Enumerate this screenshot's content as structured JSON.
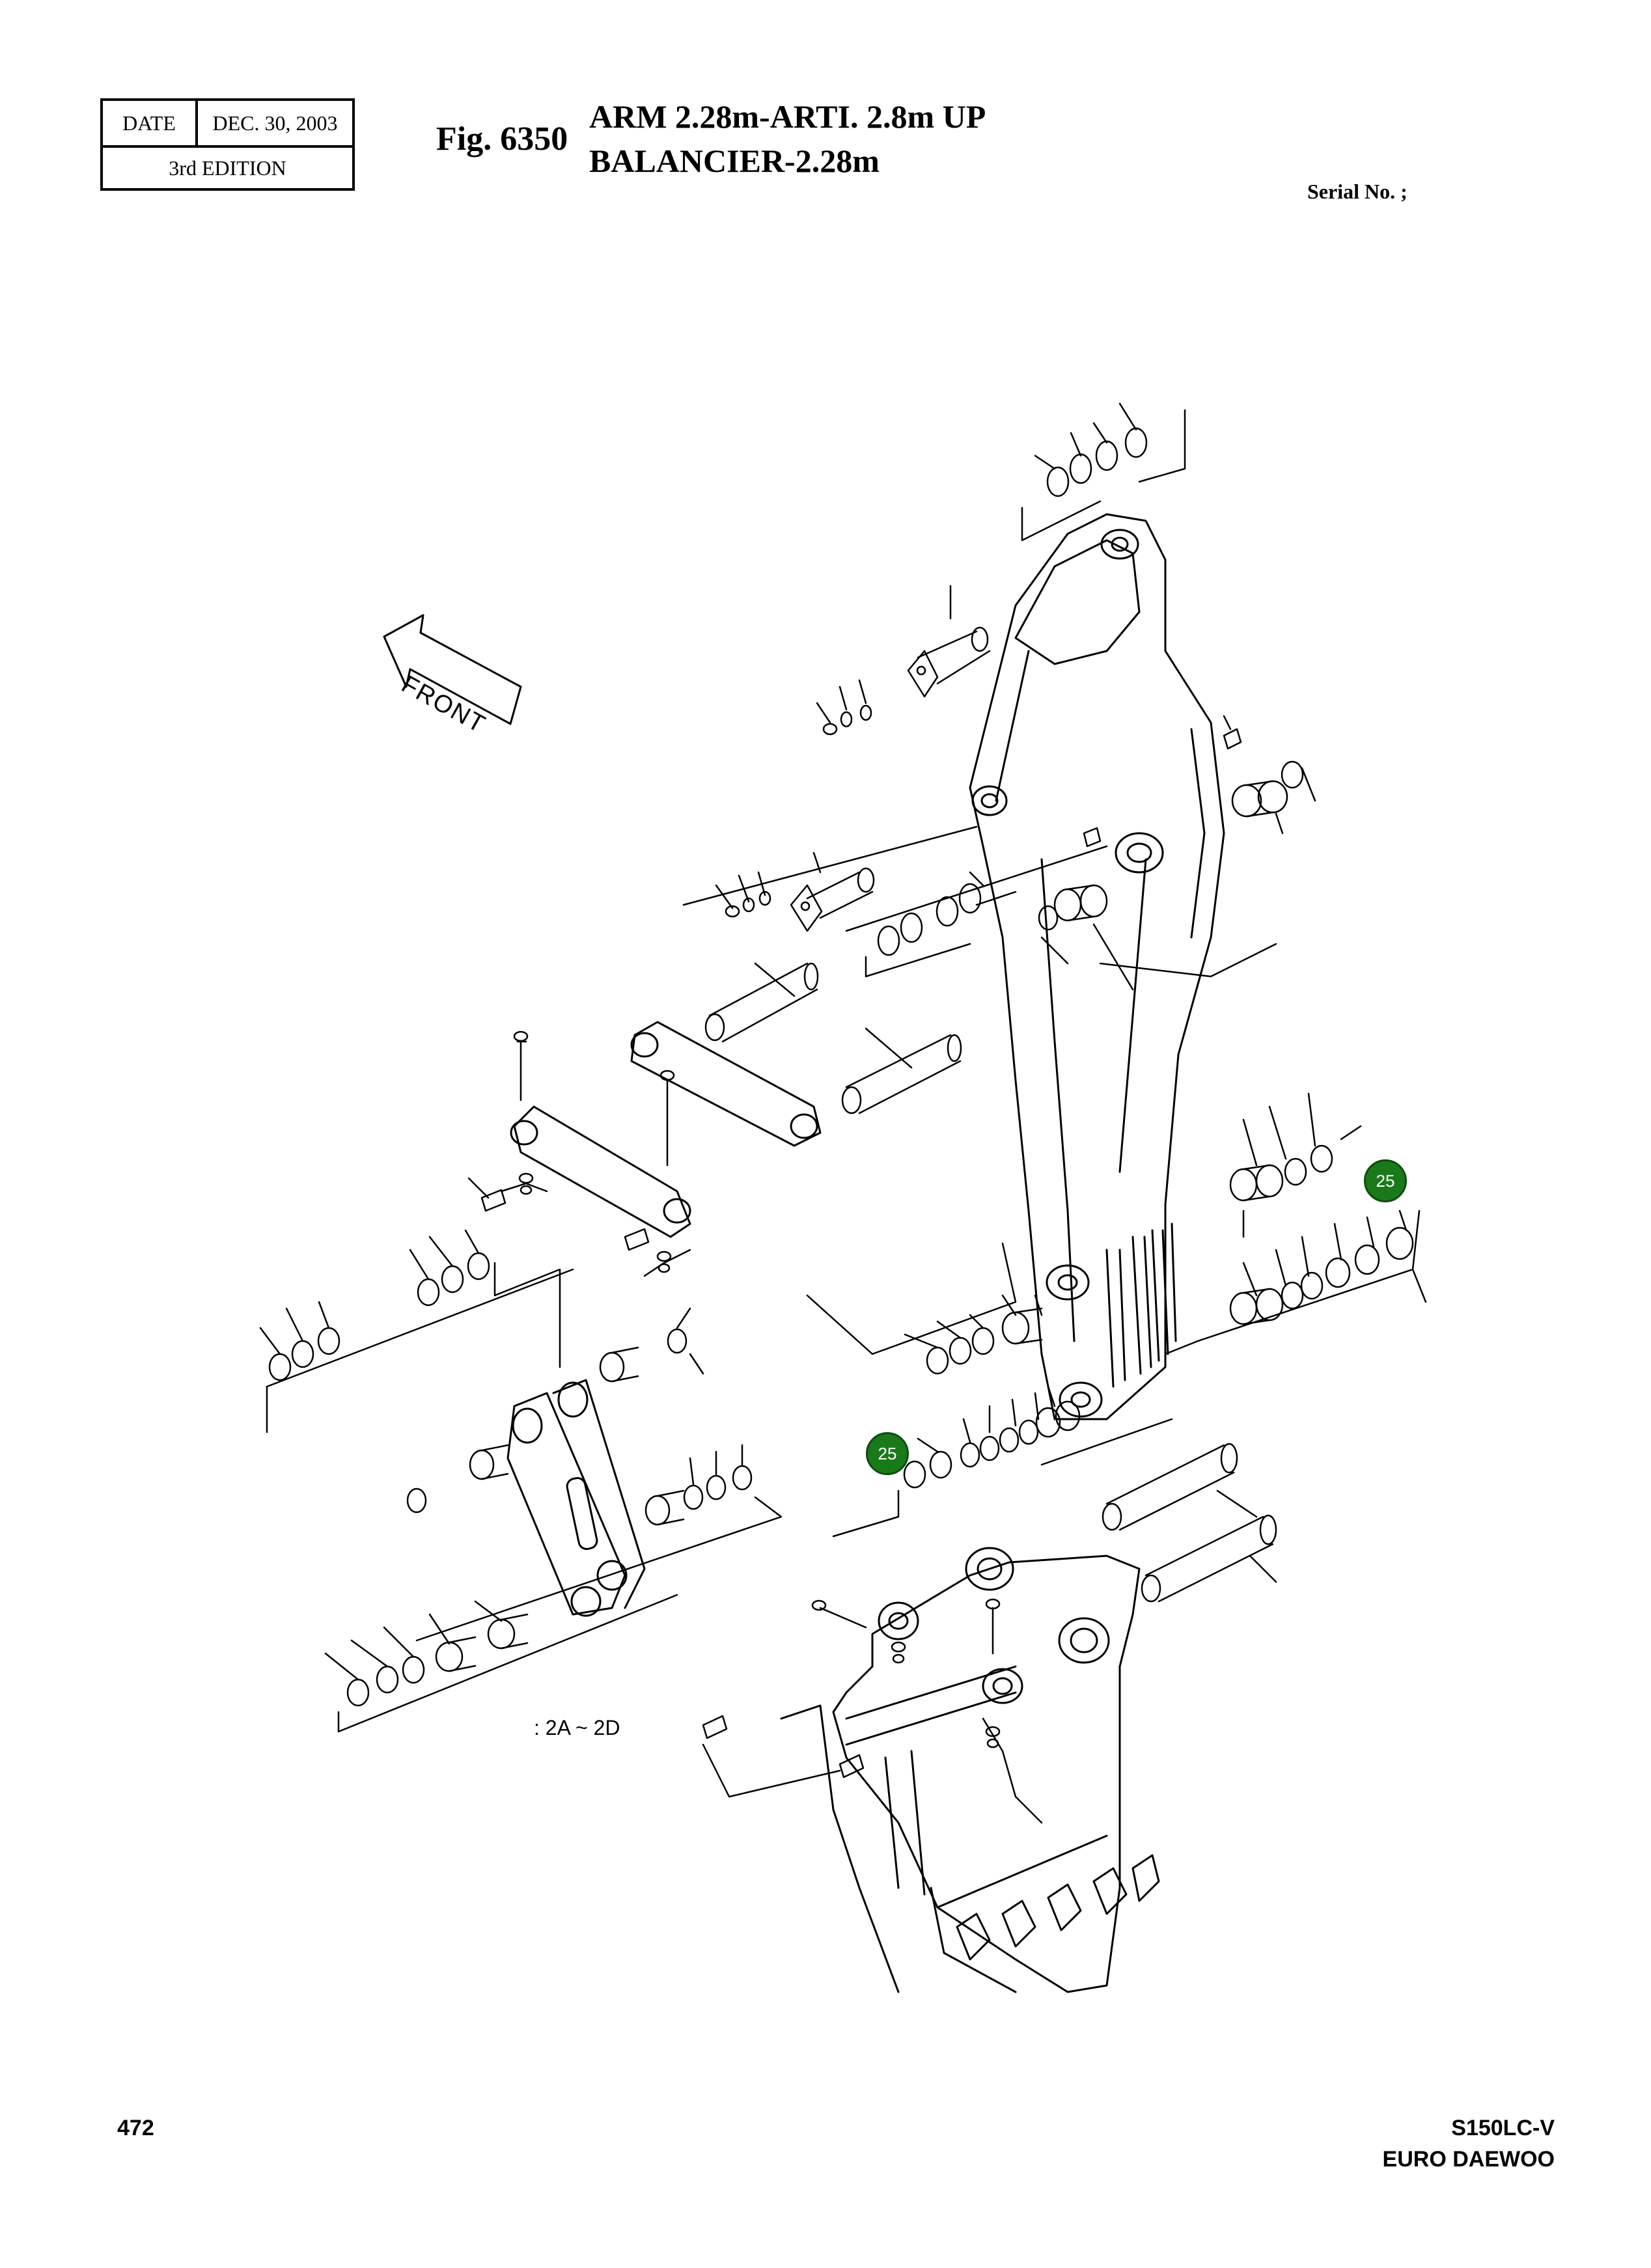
{
  "header": {
    "date_label": "DATE",
    "date_value": "DEC. 30, 2003",
    "edition": "3rd  EDITION",
    "fig_label": "Fig. 6350",
    "title_line1": "ARM 2.28m-ARTI. 2.8m UP",
    "title_line2": "BALANCIER-2.28m",
    "serial": "Serial No. ;"
  },
  "diagram": {
    "front_label": "FRONT",
    "callouts": [
      "25",
      "25"
    ],
    "variant_note": ": 2A ~ 2D"
  },
  "footer": {
    "page_number": "472",
    "model_line1": "S150LC-V",
    "model_line2": "EURO DAEWOO"
  }
}
